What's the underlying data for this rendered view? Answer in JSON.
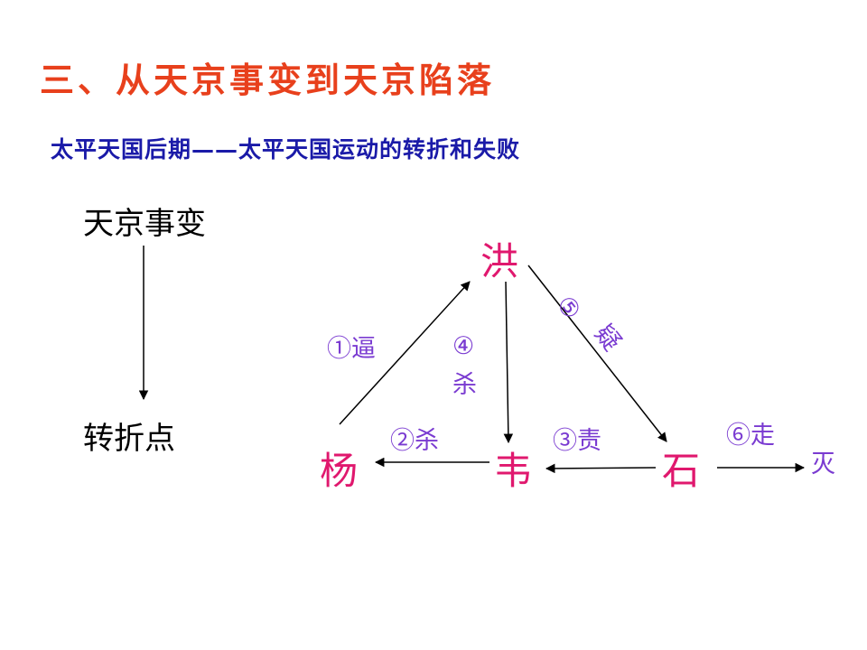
{
  "colors": {
    "title": "#e8401c",
    "subtitle": "#1a1aa8",
    "person": "#e0186e",
    "edge_label": "#7a3bd1",
    "line": "#000000"
  },
  "header": {
    "title": "三、从天京事变到天京陷落",
    "subtitle": "太平天国后期——太平天国运动的转折和失败"
  },
  "left": {
    "top": "天京事变",
    "bottom": "转折点"
  },
  "nodes": {
    "hong": "洪",
    "yang": "杨",
    "wei": "韦",
    "shi": "石",
    "end": "灭"
  },
  "edges": {
    "e1": "①逼",
    "e2": "②杀",
    "e3": "③责",
    "e4a": "④",
    "e4b": "杀",
    "e5a": "⑤",
    "e5b": "疑",
    "e6": "⑥走"
  }
}
